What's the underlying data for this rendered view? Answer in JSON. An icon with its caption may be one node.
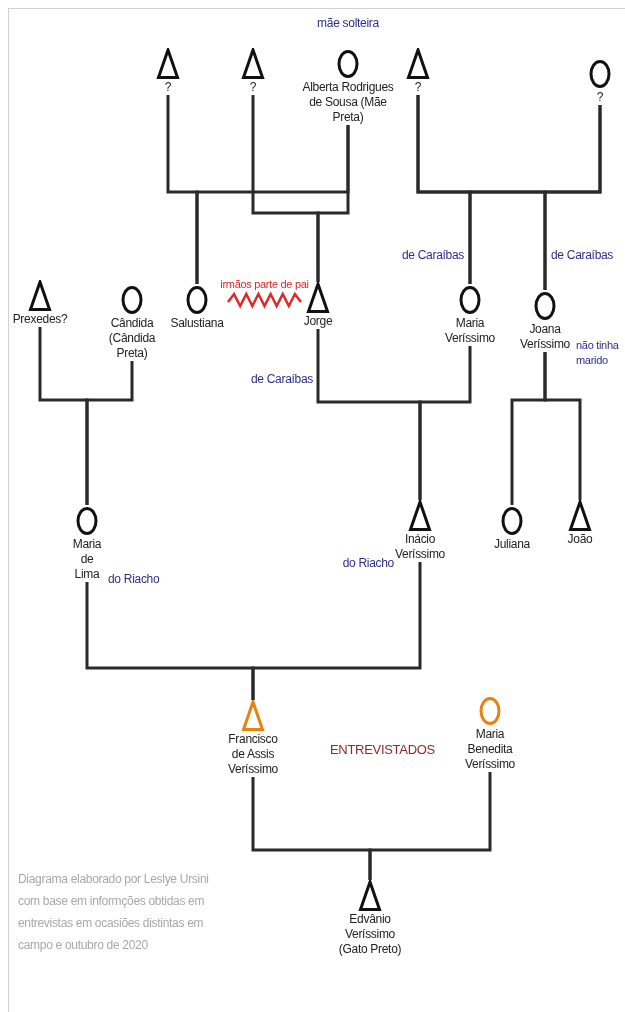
{
  "diagram": {
    "nodes": [
      {
        "text": [
          "?"
        ]
      },
      {
        "text": [
          "?"
        ]
      },
      {
        "text": [
          "Alberta Rodrigues de Sousa (Mãe Preta)"
        ],
        "beside": [
          "mãe solteira"
        ]
      },
      {
        "text": [
          "?"
        ]
      },
      {
        "text": [
          "?"
        ]
      },
      {
        "text": [
          "Prexedes?"
        ]
      },
      {
        "text": [
          "Cândida (Cândida Preta)"
        ]
      },
      {
        "text": [
          "Salustiana"
        ]
      },
      {
        "text": [
          "Jorge"
        ],
        "beside": [
          "de Caraíbas"
        ]
      },
      {
        "text": [
          "Maria Veríssimo"
        ],
        "beside": [
          "de Caraíbas"
        ]
      },
      {
        "text": [
          "Joana Veríssimo"
        ],
        "beside": [
          "de Caraíbas",
          "não tinha marido"
        ]
      },
      {
        "text": [
          "Maria de Lima"
        ],
        "beside": [
          "do Riacho"
        ]
      },
      {
        "text": [
          "Inácio Veríssimo"
        ],
        "beside": [
          "do Riacho"
        ]
      },
      {
        "text": [
          "Juliana"
        ]
      },
      {
        "text": [
          "João"
        ]
      },
      {
        "text": [
          "Francisco de Assis Veríssimo"
        ]
      },
      {
        "text": [
          "Maria Benedita Veríssimo"
        ]
      },
      {
        "text": [
          "Edvânio Veríssimo (Gato Preto)"
        ]
      }
    ],
    "edges": [
      {
        "from": 0,
        "to": 7,
        "arrow": "none"
      },
      {
        "from": 2,
        "to": 7,
        "arrow": "none"
      },
      {
        "from": 1,
        "to": 8,
        "arrow": "none"
      },
      {
        "from": 2,
        "to": 8,
        "arrow": "none"
      },
      {
        "from": 3,
        "to": 9,
        "arrow": "none"
      },
      {
        "from": 4,
        "to": 9,
        "arrow": "none"
      },
      {
        "from": 3,
        "to": 10,
        "arrow": "none"
      },
      {
        "from": 4,
        "to": 10,
        "arrow": "none"
      },
      {
        "from": 7,
        "to": 8,
        "arrow": "none",
        "label": "irmãos parte de pai",
        "color": "#e02828"
      },
      {
        "from": 5,
        "to": 11,
        "arrow": "none"
      },
      {
        "from": 6,
        "to": 11,
        "arrow": "none"
      },
      {
        "from": 8,
        "to": 12,
        "arrow": "none"
      },
      {
        "from": 9,
        "to": 12,
        "arrow": "none"
      },
      {
        "from": 10,
        "to": 13,
        "arrow": "none"
      },
      {
        "from": 10,
        "to": 14,
        "arrow": "none"
      },
      {
        "from": 11,
        "to": 15,
        "arrow": "none"
      },
      {
        "from": 12,
        "to": 15,
        "arrow": "none"
      },
      {
        "from": 15,
        "to": 17,
        "arrow": "none"
      },
      {
        "from": 16,
        "to": 17,
        "arrow": "none"
      }
    ],
    "labels": [
      "ENTREVISTADOS",
      "Diagrama elaborado por Leslye Ursini com base em informções obtidas em entrevistas em ocasiões distintas em campo e outubro de 2020"
    ]
  }
}
